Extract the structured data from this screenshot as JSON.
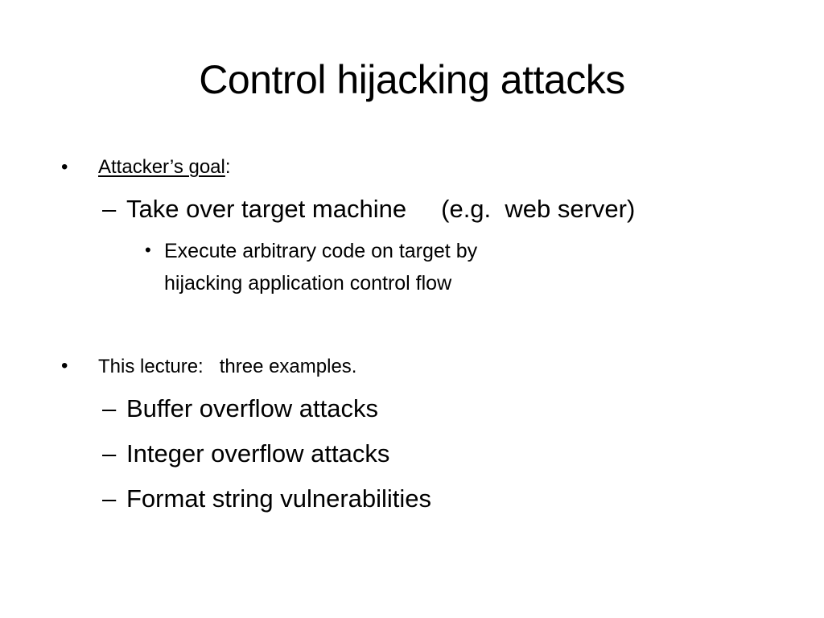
{
  "slide": {
    "title": "Control hijacking attacks",
    "sections": [
      {
        "bullet": "•",
        "label": "Attacker’s goal",
        "suffix": ":",
        "items": [
          {
            "dash": "–",
            "text": "Take over target machine     (e.g.  web server)",
            "subitems": [
              {
                "bullet": "•",
                "lines": [
                  "Execute arbitrary code on target by",
                  "hijacking application control flow"
                ]
              }
            ]
          }
        ]
      },
      {
        "bullet": "•",
        "label": "This lecture:   three examples.",
        "items": [
          {
            "dash": "–",
            "text": "Buffer overflow attacks"
          },
          {
            "dash": "–",
            "text": "Integer overflow attacks"
          },
          {
            "dash": "–",
            "text": "Format string vulnerabilities"
          }
        ]
      }
    ]
  }
}
